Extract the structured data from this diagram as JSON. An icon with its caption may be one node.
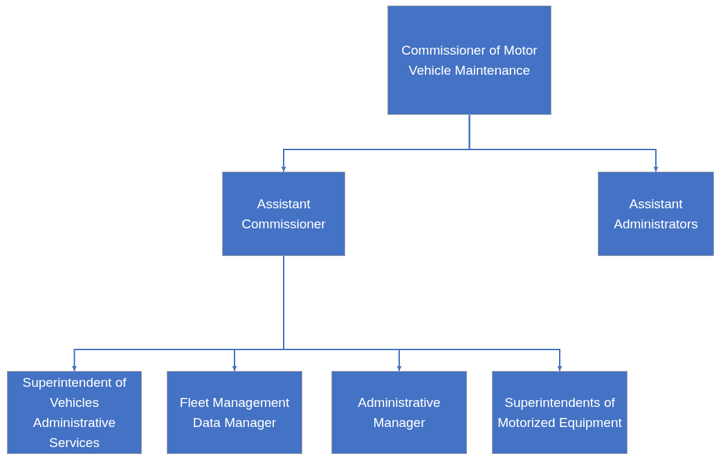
{
  "diagram": {
    "nodes": [
      {
        "text": [
          "Commissioner of Motor Vehicle Maintenance"
        ]
      },
      {
        "text": [
          "Assistant Commissioner"
        ]
      },
      {
        "text": [
          "Assistant Administrators"
        ]
      },
      {
        "text": [
          "Superintendent of Vehicles Administrative Services"
        ]
      },
      {
        "text": [
          "Fleet Management Data Manager"
        ]
      },
      {
        "text": [
          "Administrative Manager"
        ]
      },
      {
        "text": [
          "Superintendents of Motorized Equipment"
        ]
      }
    ],
    "edges": [
      {
        "from": 0,
        "to": 1,
        "arrow": "to"
      },
      {
        "from": 0,
        "to": 2,
        "arrow": "to"
      },
      {
        "from": 1,
        "to": 3,
        "arrow": "to"
      },
      {
        "from": 1,
        "to": 4,
        "arrow": "to"
      },
      {
        "from": 1,
        "to": 5,
        "arrow": "to"
      },
      {
        "from": 1,
        "to": 6,
        "arrow": "to"
      }
    ]
  }
}
